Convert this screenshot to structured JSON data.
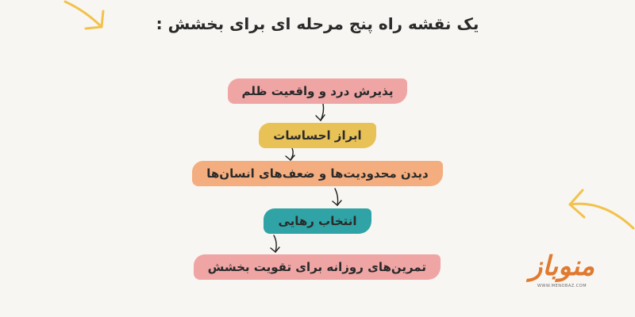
{
  "title": "یک نقشه راه پنج مرحله ای برای بخشش :",
  "steps": [
    {
      "label": "پذیرش درد و واقعیت ظلم",
      "color": "#f0a5a5"
    },
    {
      "label": "ابراز احساسات",
      "color": "#e8c257"
    },
    {
      "label": "دیدن محدودیت‌ها و ضعف‌های انسان‌ها",
      "color": "#f4ad7e"
    },
    {
      "label": "انتخاب رهایی",
      "color": "#2fa3a6"
    },
    {
      "label": "تمرین‌های روزانه برای تقویت بخشش",
      "color": "#f0a5a5"
    }
  ],
  "decoration": {
    "arrow_color": "#f2c24d"
  },
  "logo": {
    "name": "منوباز",
    "url": "WWW.MENOBAZ.COM",
    "color": "#e07a30"
  }
}
